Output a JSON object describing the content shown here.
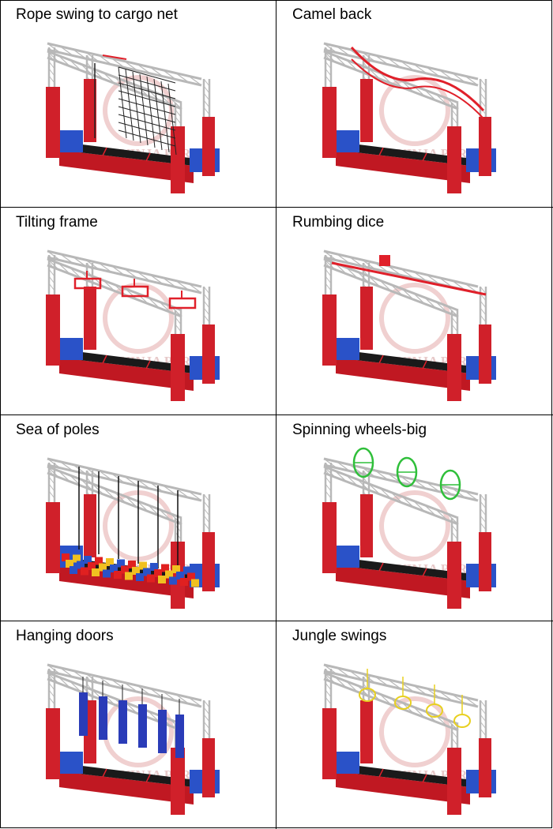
{
  "cells": [
    {
      "title": "Rope swing to cargo net",
      "variant": "net"
    },
    {
      "title": "Camel back",
      "variant": "camel"
    },
    {
      "title": "Tilting frame",
      "variant": "tilt"
    },
    {
      "title": "Rumbing dice",
      "variant": "dice"
    },
    {
      "title": "Sea of poles",
      "variant": "poles"
    },
    {
      "title": "Spinning wheels-big",
      "variant": "wheels"
    },
    {
      "title": "Hanging doors",
      "variant": "doors"
    },
    {
      "title": "Jungle swings",
      "variant": "swings"
    }
  ],
  "colors": {
    "frame": "#b8b8b8",
    "pillar": "#d0202a",
    "base": "#c01822",
    "mat": "#1a1a1a",
    "pad": "#2a52c8",
    "accent": "#e0202a",
    "wheel": "#2fbf3a",
    "swing": "#e8d020",
    "door": "#2a3cb8"
  },
  "watermark": "BISON NINJA PARK"
}
